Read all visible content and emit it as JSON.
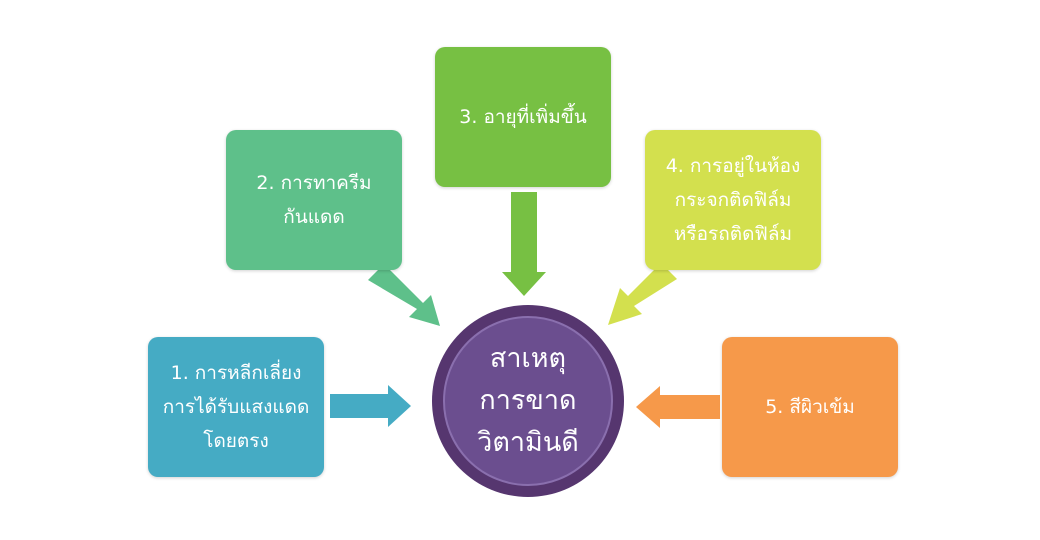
{
  "diagram": {
    "center": {
      "label": "สาเหตุ\nการขาด\nวิตามินดี",
      "color": "#6b4e8f"
    },
    "boxes": [
      {
        "label": "1. การหลีกเลี่ยง\nการได้รับแสงแดด\nโดยตรง",
        "color": "#45abc4"
      },
      {
        "label": "2. การทาครีม\nกันแดด",
        "color": "#5ec08a"
      },
      {
        "label": "3. อายุที่เพิ่มขึ้น",
        "color": "#77c043"
      },
      {
        "label": "4. การอยู่ในห้อง\nกระจกติดฟิล์ม\nหรือรถติดฟิล์ม",
        "color": "#d3e04e"
      },
      {
        "label": "5. สีผิวเข้ม",
        "color": "#f6994a"
      }
    ]
  }
}
